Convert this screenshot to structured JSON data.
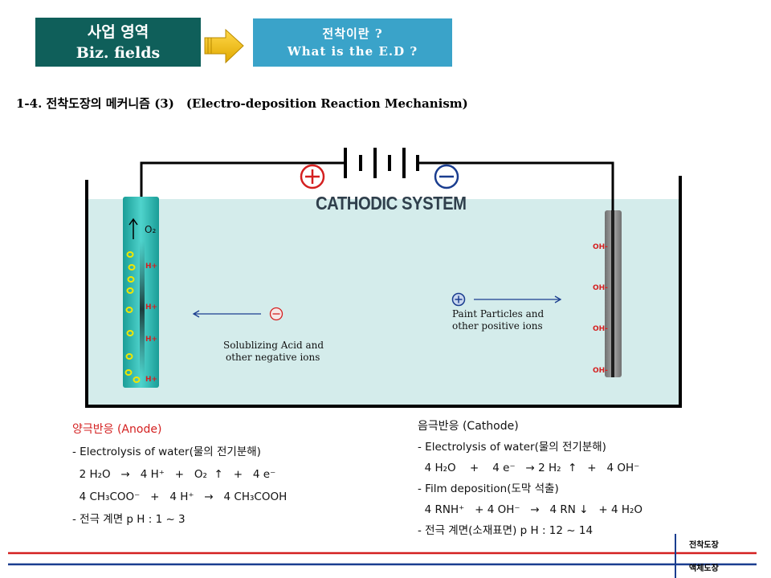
{
  "header": {
    "biz_ko": "사업 영역",
    "biz_en": "Biz. fields",
    "ed_ko": "전착이란 ?",
    "ed_en": "What is the E.D ?"
  },
  "title": "1-4. 전착도장의 메커니즘 (3)　(Electro-deposition Reaction Mechanism)",
  "diagram": {
    "system_label": "CATHODIC SYSTEM",
    "anode_gas": "O₂",
    "anode_ions": [
      "H+",
      "H+",
      "H+",
      "H+"
    ],
    "cathode_ions": [
      "OH-",
      "OH-",
      "OH-",
      "OH-"
    ],
    "negative_caption_1": "Solublizing Acid and",
    "negative_caption_2": "other negative ions",
    "positive_caption_1": "Paint Particles and",
    "positive_caption_2": "other positive ions",
    "colors": {
      "bath": "#d4eceb",
      "anode": "#2fb7b1",
      "cathode": "#8c8c8c",
      "red": "#d42020",
      "blue": "#1a3d8f"
    }
  },
  "anode": {
    "heading": "양극반응 (Anode)",
    "lines": [
      "- Electrolysis of water(물의 전기분해)",
      "  2 H₂O   →   4 H⁺   +   O₂  ↑   +   4 e⁻",
      "  4 CH₃COO⁻   +   4 H⁺   →   4 CH₃COOH",
      "- 전극 계면 p H : 1 ~ 3"
    ]
  },
  "cathode": {
    "heading": "음극반응 (Cathode)",
    "lines": [
      "- Electrolysis of water(물의 전기분해)",
      "  4 H₂O    +    4 e⁻   → 2 H₂  ↑   +   4 OH⁻",
      "- Film deposition(도막 석출)",
      "  4 RNH⁺   + 4 OH⁻   →   4 RN ↓   + 4 H₂O",
      "- 전극 계면(소재표면) p H : 12 ~ 14"
    ]
  },
  "footer": {
    "label_1": "전착도장",
    "label_2": "액체도장"
  }
}
